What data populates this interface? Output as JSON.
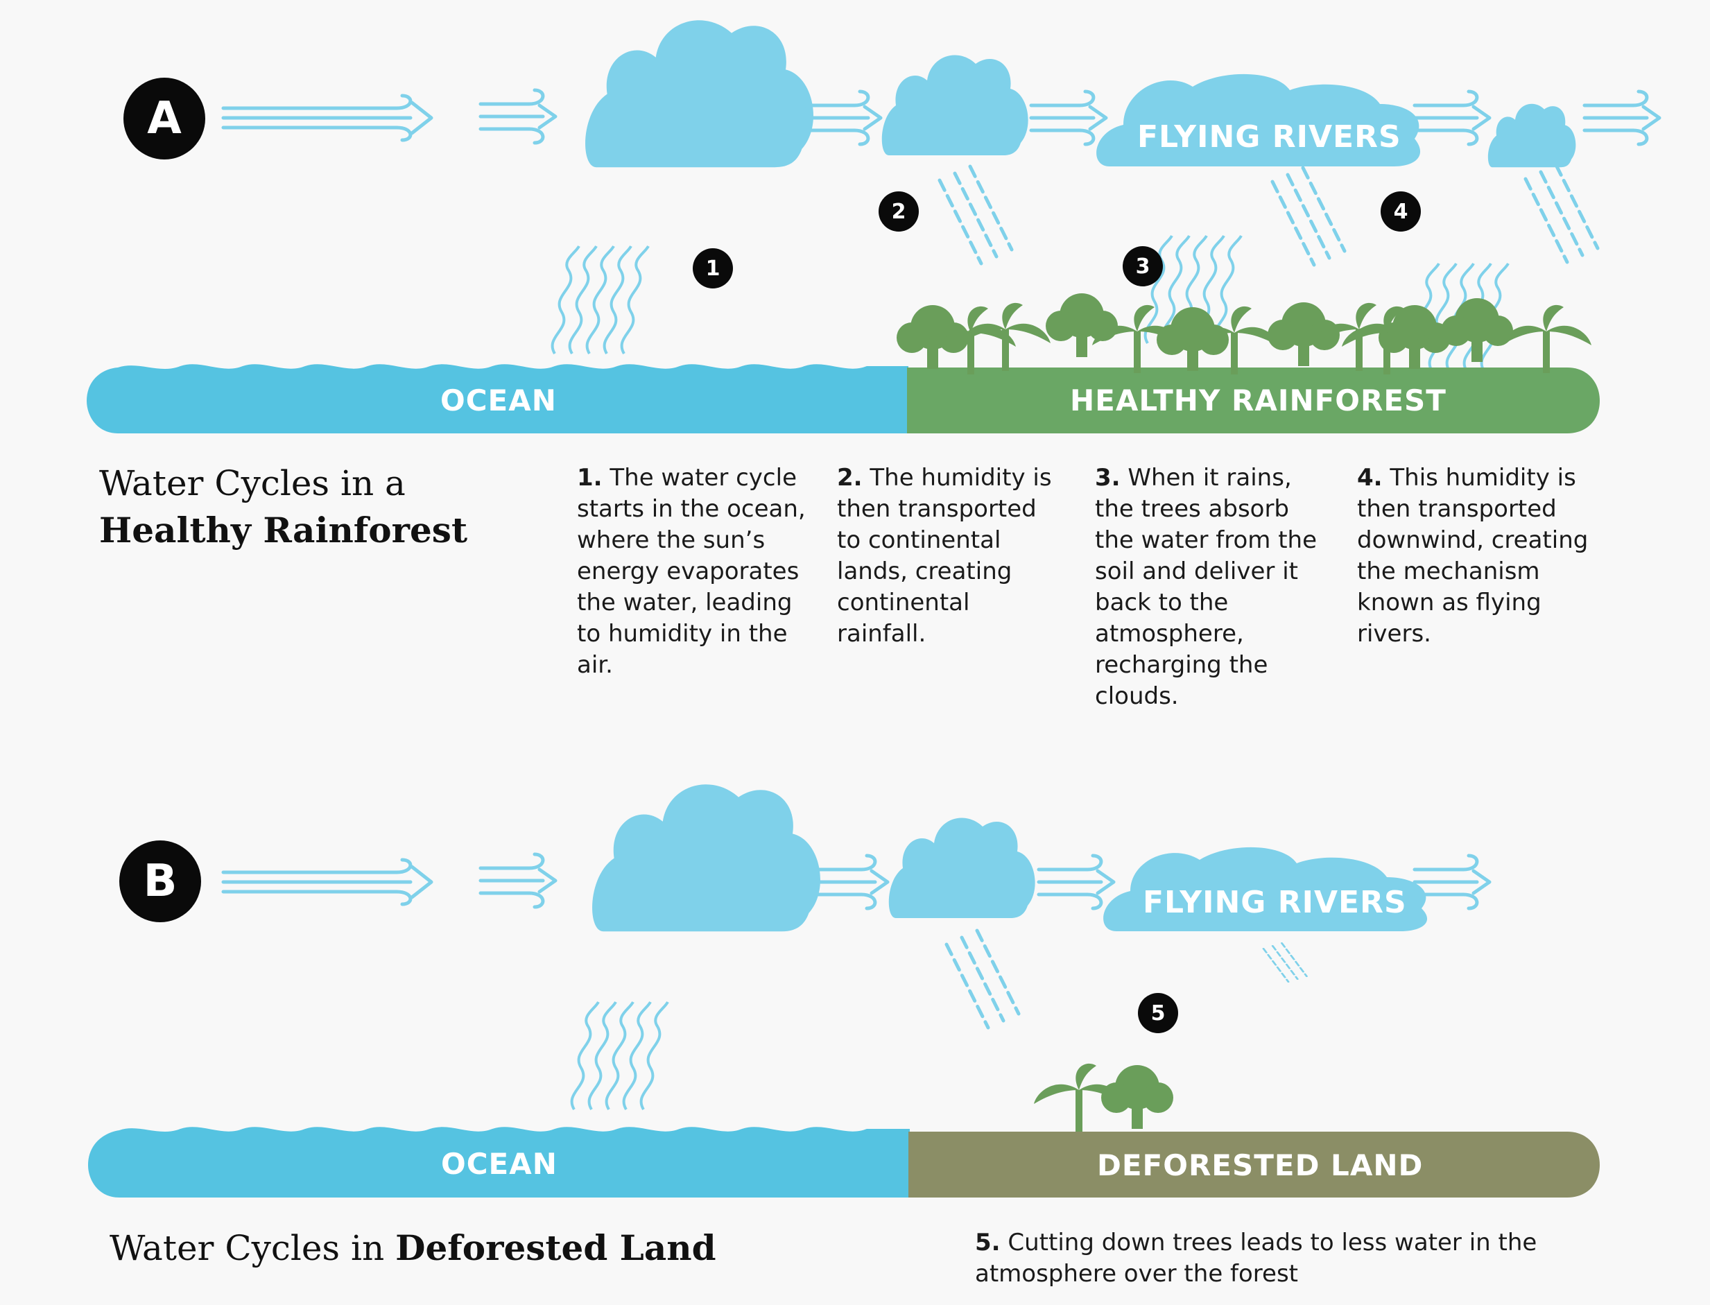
{
  "colors": {
    "ocean": "#55c3e1",
    "cloud": "#7fd1ea",
    "rainforest": "#6aa765",
    "tree": "#6a9e5a",
    "deforested": "#8b8e66",
    "marker": "#0a0a0a",
    "text": "#1a1a1a"
  },
  "section_a": {
    "badge": "A",
    "heading_line1": "Water Cycles in a",
    "heading_line2": "Healthy Rainforest",
    "ocean_label": "OCEAN",
    "land_label": "HEALTHY RAINFOREST",
    "flying_rivers_label": "FLYING RIVERS",
    "markers": [
      "1",
      "2",
      "3",
      "4"
    ],
    "steps": [
      {
        "num": "1.",
        "text": "The water cycle starts in the ocean, where the sun’s energy evaporates the water, leading to humidity in the air."
      },
      {
        "num": "2.",
        "text": "The humidity is then transported to continental lands, creating continental rainfall."
      },
      {
        "num": "3.",
        "text": "When it rains, the trees absorb the water from the soil and deliver it back to the atmosphere, recharging the clouds."
      },
      {
        "num": "4.",
        "text": "This humidity is then transported downwind, creating the mechanism known as flying rivers."
      }
    ]
  },
  "section_b": {
    "badge": "B",
    "heading_light": "Water Cycles in",
    "heading_bold": "Deforested Land",
    "ocean_label": "OCEAN",
    "land_label": "DEFORESTED LAND",
    "flying_rivers_label": "FLYING RIVERS",
    "marker": "5",
    "step": {
      "num": "5.",
      "text": "Cutting down trees leads to less water in the atmosphere over the forest"
    }
  }
}
